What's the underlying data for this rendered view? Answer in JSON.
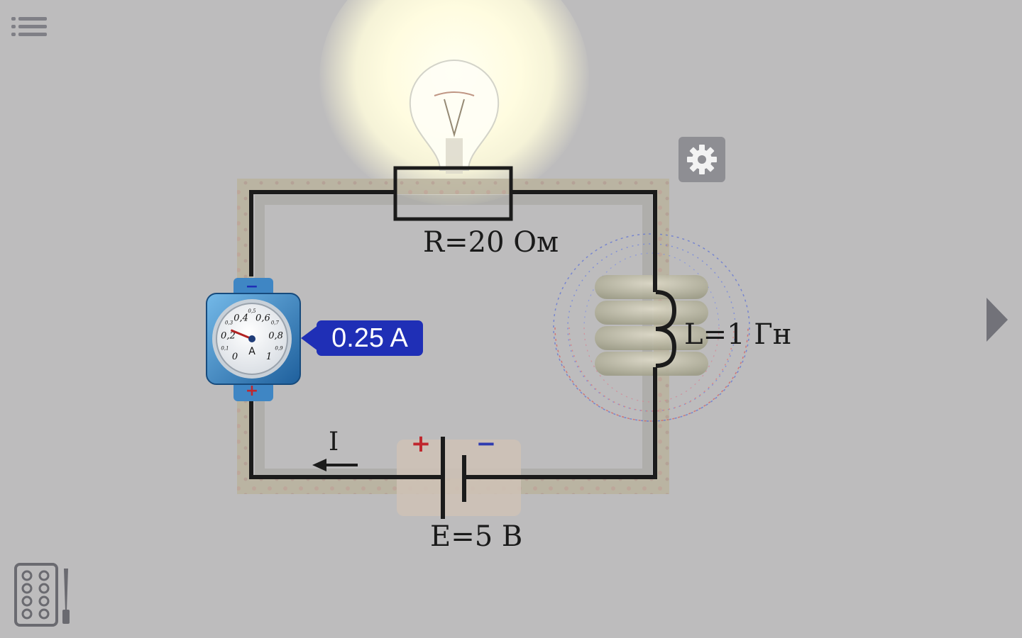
{
  "toolbar": {
    "menu_icon": "list-icon",
    "settings_icon": "gear-icon",
    "next_icon": "play-triangle-icon",
    "tool_icon": "palette-brush-icon"
  },
  "circuit": {
    "resistor_label": "R=20 Ом",
    "inductor_label": "L=1 Гн",
    "source_label": "E=5 В",
    "current_label": "I"
  },
  "ammeter": {
    "reading": "0.25 A",
    "unit": "A",
    "minus": "−",
    "plus": "+",
    "scale": [
      "0",
      "0,1",
      "0,2",
      "0,3",
      "0,4",
      "0,5",
      "0,6",
      "0,7",
      "0,8",
      "0,9",
      "1"
    ],
    "needle_value": 0.25
  },
  "battery": {
    "plus": "+",
    "minus": "−"
  },
  "colors": {
    "background": "#bdbcbd",
    "wire": "#1b1b1b",
    "readout": "#1f2fb6",
    "battery_plus": "#c0272d",
    "battery_minus": "#2f3cb0",
    "field_north": "#5a6fd6",
    "field_south": "#d65a5a"
  }
}
